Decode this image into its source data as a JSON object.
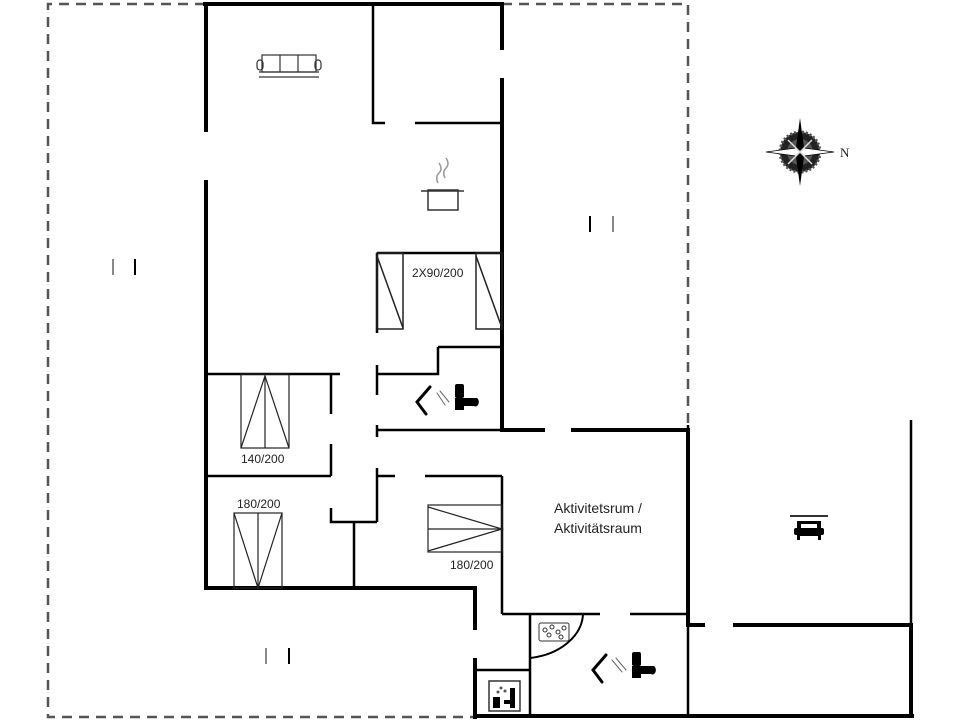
{
  "plan": {
    "type": "floor-plan",
    "background": "#ffffff",
    "wall_color": "#000000",
    "outline_color": "#555555"
  },
  "labels": {
    "bed_2x90": "2X90/200",
    "bed_140": "140/200",
    "bed_180_left": "180/200",
    "bed_180_right": "180/200",
    "activity_room_line1": "Aktivitetsrum /",
    "activity_room_line2": "Aktivitätsraum"
  },
  "compass": {
    "north_label": "N"
  },
  "icons": [
    {
      "name": "sofa-icon",
      "room": "living-room"
    },
    {
      "name": "cooking-pot-icon",
      "room": "kitchen"
    },
    {
      "name": "shower-icon",
      "room": "bathroom-1"
    },
    {
      "name": "toilet-icon",
      "room": "bathroom-1"
    },
    {
      "name": "shower-icon",
      "room": "bathroom-2"
    },
    {
      "name": "toilet-icon",
      "room": "bathroom-2"
    },
    {
      "name": "whirlpool-icon",
      "room": "bathroom-2"
    },
    {
      "name": "sauna-icon",
      "room": "sauna"
    },
    {
      "name": "carport-icon",
      "room": "carport"
    },
    {
      "name": "compass-rose-icon",
      "room": "outside"
    },
    {
      "name": "terrace-marker-icon",
      "room": "terrace-west"
    },
    {
      "name": "terrace-marker-icon",
      "room": "terrace-east"
    },
    {
      "name": "terrace-marker-icon",
      "room": "terrace-south"
    }
  ]
}
